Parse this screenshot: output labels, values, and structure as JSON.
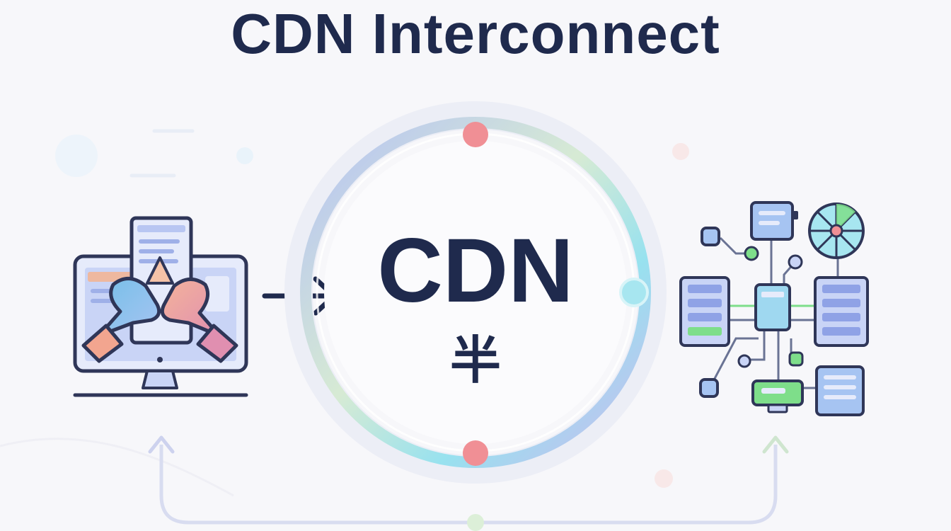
{
  "title": "CDN Interconnect",
  "center": {
    "label": "CDN",
    "glyph": "半"
  },
  "nodes": [
    {
      "id": "client",
      "icon": "monitor-with-hands-icon"
    },
    {
      "id": "cdn",
      "icon": "cdn-ring-icon"
    },
    {
      "id": "origin",
      "icon": "server-network-icon"
    }
  ],
  "colors": {
    "ink": "#1f2a4d",
    "outline": "#2f3658",
    "ring_blue": "#aebcf4",
    "ring_purple": "#c9b2ee",
    "ring_green": "#d4ead0",
    "ring_cyan": "#8ee0ee",
    "dot_red": "#f08f95",
    "dot_cyan": "#a7e6f0",
    "panel_blue": "#c9d4f6",
    "panel_light": "#e6ebfb",
    "hand_blue": "#76bfe8",
    "hand_orange": "#f2a58f",
    "accent_green": "#7ede8a",
    "accent_orange": "#f7b08a",
    "bg": "#f7f7fa"
  }
}
